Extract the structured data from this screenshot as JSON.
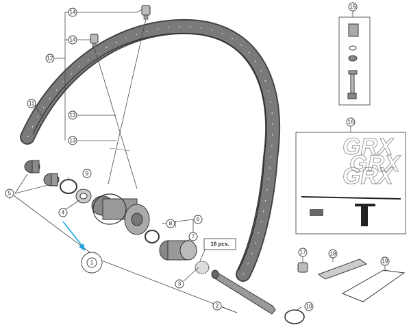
{
  "diagram": {
    "callouts": [
      {
        "id": "c1",
        "text": "1"
      },
      {
        "id": "c2",
        "text": "2"
      },
      {
        "id": "c3",
        "text": "3"
      },
      {
        "id": "c4",
        "text": "4"
      },
      {
        "id": "c5",
        "text": "5"
      },
      {
        "id": "c6",
        "text": "6"
      },
      {
        "id": "c7",
        "text": "7"
      },
      {
        "id": "c8",
        "text": "8"
      },
      {
        "id": "c9",
        "text": "9"
      },
      {
        "id": "c10",
        "text": "10"
      },
      {
        "id": "c11",
        "text": "11"
      },
      {
        "id": "c12",
        "text": "12"
      },
      {
        "id": "c13a",
        "text": "13"
      },
      {
        "id": "c13b",
        "text": "13"
      },
      {
        "id": "c14a",
        "text": "14"
      },
      {
        "id": "c14b",
        "text": "14"
      },
      {
        "id": "c15",
        "text": "15"
      },
      {
        "id": "c16",
        "text": "16"
      },
      {
        "id": "c17",
        "text": "17"
      },
      {
        "id": "c18",
        "text": "18"
      },
      {
        "id": "c19",
        "text": "19"
      }
    ],
    "quantity_label": "16 pcs.",
    "decal_text": "GRX",
    "highlight_color": "#1aa3e0"
  }
}
